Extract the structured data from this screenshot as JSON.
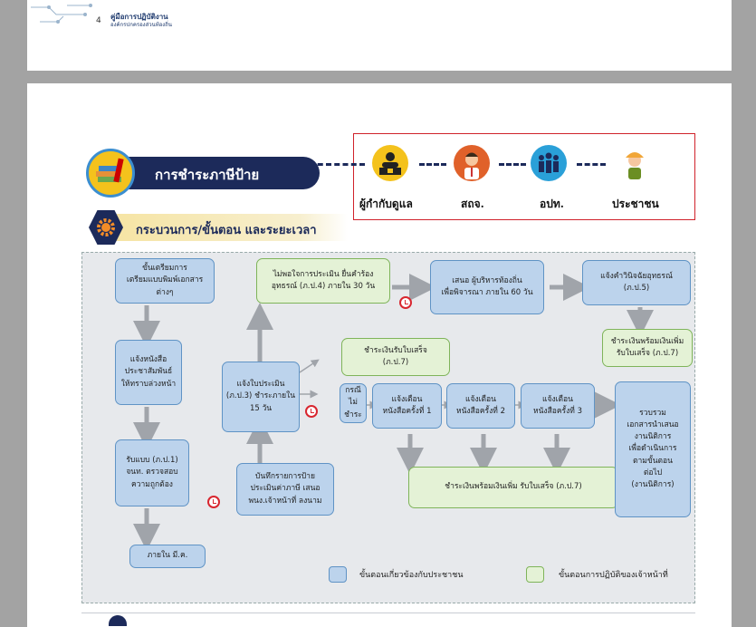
{
  "header": {
    "page_number": "4",
    "title": "คู่มือการปฏิบัติงาน",
    "subtitle": "องค์กรปกครองส่วนท้องถิ่น"
  },
  "banner": {
    "title": "การชำระภาษีป้าย"
  },
  "roles": [
    {
      "label": "ผู้กำกับดูแล",
      "icon": "supervisor-icon"
    },
    {
      "label": "สถจ.",
      "icon": "officer-icon"
    },
    {
      "label": "อปท.",
      "icon": "local-gov-team-icon"
    },
    {
      "label": "ประชาชน",
      "icon": "citizen-icon"
    }
  ],
  "section": {
    "title": "กระบวนการ/ขั้นตอน และระยะเวลา"
  },
  "flow": {
    "prepare": "ขั้นเตรียมการ\nเตรียมแบบพิมพ์เอกสารต่างๆ",
    "notify": "แจ้งหนังสือ\nประชาสัมพันธ์\nให้ทราบล่วงหน้า",
    "receive_form": "รับแบบ (ภ.ป.1)\nจนท. ตรวจสอบ\nความถูกต้อง",
    "within_march": "ภายใน มี.ค.",
    "record_sign": "บันทึกรายการป้าย\nประเมินค่าภาษี เสนอ\nพนง.เจ้าหน้าที่ ลงนาม",
    "assess_notice": "แจ้งใบประเมิน\n(ภ.ป.3) ชำระภายใน\n15 วัน",
    "appeal": "ไม่พอใจการประเมิน ยื่นคำร้อง\nอุทธรณ์ (ภ.ป.4) ภายใน 30 วัน",
    "pay_receipt": "ชำระเงินรับใบเสร็จ\n(ภ.ป.7)",
    "not_paid": "กรณี\nไม่ชำระ",
    "warn1": "แจ้งเตือน\nหนังสือครั้งที่ 1",
    "warn2": "แจ้งเตือน\nหนังสือครั้งที่ 2",
    "warn3": "แจ้งเตือน\nหนังสือครั้งที่ 3",
    "submit_exec": "เสนอ ผู้บริหารท้องถิ่น\nเพื่อพิจารณา ภายใน 60 วัน",
    "appeal_result": "แจ้งคำวินิจฉัยอุทธรณ์\n(ภ.ป.5)",
    "pay_extra": "ชำระเงินพร้อมเงินเพิ่ม\nรับใบเสร็จ (ภ.ป.7)",
    "pay_extra_long": "ชำระเงินพร้อมเงินเพิ่ม รับใบเสร็จ (ภ.ป.7)",
    "collect_docs": "รวบรวม\nเอกสารนำเสนอ\nงานนิติการ\nเพื่อดำเนินการ\nตามขั้นตอน\nต่อไป\n(งานนิติการ)"
  },
  "legend": {
    "citizen": "ขั้นตอนเกี่ยวข้องกับประชาชน",
    "officer": "ขั้นตอนการปฏิบัติของเจ้าหน้าที่"
  },
  "colors": {
    "navy": "#1c2a5a",
    "blue_box": "#bcd3ec",
    "green_box": "#e4f2d6",
    "red": "#d0222a",
    "gold": "#f4c21c"
  }
}
